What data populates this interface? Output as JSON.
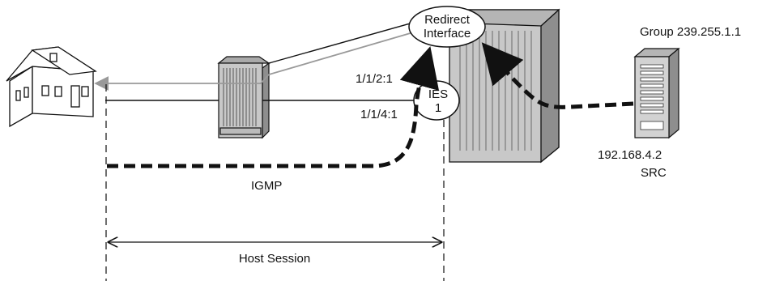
{
  "labels": {
    "group": "Group 239.255.1.1",
    "redirect_line1": "Redirect",
    "redirect_line2": "Interface",
    "port_upper": "1/1/2:1",
    "port_lower": "1/1/4:1",
    "ies_line1": "IES",
    "ies_line2": "1",
    "src_ip": "192.168.4.2",
    "src": "SRC",
    "igmp": "IGMP",
    "host_session": "Host Session"
  },
  "icons": {
    "house": "house-icon",
    "access_node": "access-node-icon",
    "router": "router-chassis-icon",
    "source_server": "server-icon"
  },
  "colors": {
    "line": "#111111",
    "gray_path": "#999999",
    "chassis_fill": "#c8c8c8",
    "chassis_dark": "#8e8e8e"
  }
}
